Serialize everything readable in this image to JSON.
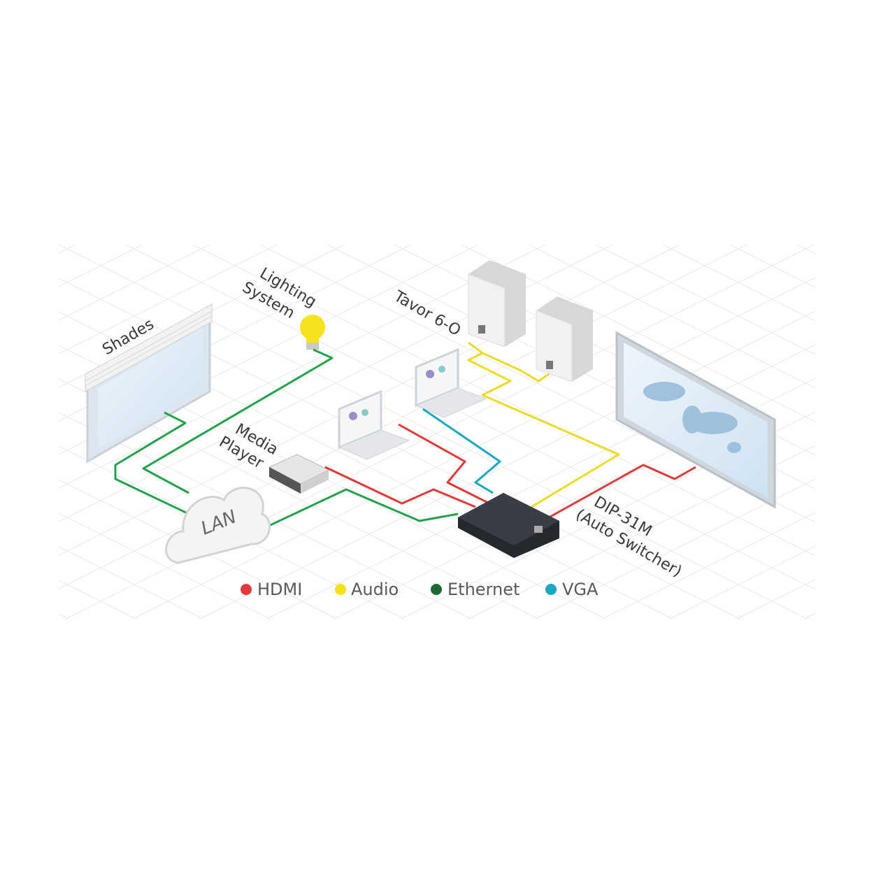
{
  "labels": {
    "shades": "Shades",
    "lighting_line1": "Lighting",
    "lighting_line2": "System",
    "speakers": "Tavor 6-O",
    "media_line1": "Media",
    "media_line2": "Player",
    "lan": "LAN",
    "switcher_line1": "DIP-31M",
    "switcher_line2": "(Auto Switcher)"
  },
  "legend": [
    {
      "label": "HDMI",
      "color": "#e23a3a"
    },
    {
      "label": "Audio",
      "color": "#f2e21a"
    },
    {
      "label": "Ethernet",
      "color": "#1e6a34"
    },
    {
      "label": "VGA",
      "color": "#1aa7bf"
    }
  ],
  "colors": {
    "hdmi": "#e23a3a",
    "audio": "#e9dc2a",
    "ethernet": "#22a24a",
    "vga": "#1aa7bf",
    "grid": "#e6e6e6"
  }
}
